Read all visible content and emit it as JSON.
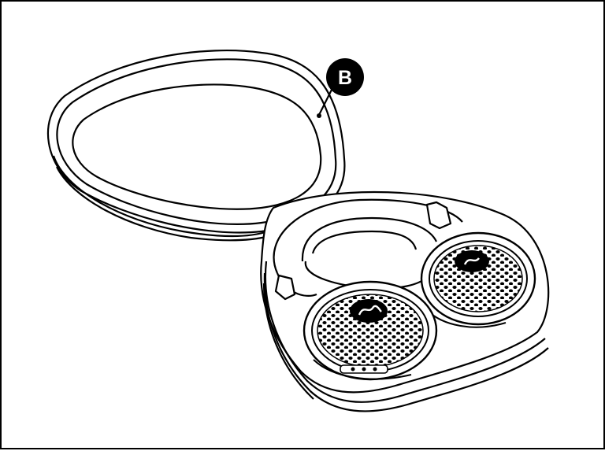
{
  "figure": {
    "callout": {
      "label": "B"
    },
    "colors": {
      "line": "#000000",
      "background": "#ffffff",
      "callout_fill": "#000000",
      "callout_text": "#ffffff"
    },
    "parts": [
      "lid",
      "case-base",
      "headband",
      "left-ear-cup",
      "right-ear-cup"
    ]
  }
}
